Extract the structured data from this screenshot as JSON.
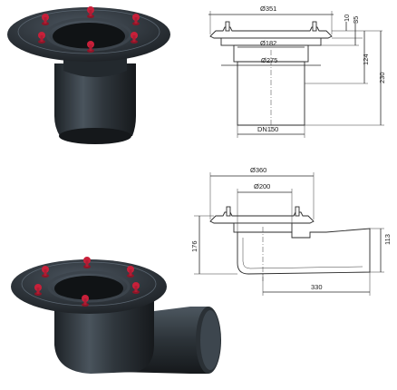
{
  "top_drawing": {
    "dims": {
      "flange_diameter": "Ø351",
      "inner_diameter": "Ø182",
      "ring_diameter": "Ø275",
      "pipe_label": "DN150",
      "height_10": "10",
      "height_35": "35",
      "height_124": "124",
      "height_230": "230"
    }
  },
  "bottom_drawing": {
    "dims": {
      "flange_diameter": "Ø360",
      "inner_diameter": "Ø200",
      "height_176": "176",
      "outlet_height": "113",
      "outlet_length": "330"
    }
  },
  "colors": {
    "body": "#2b3136",
    "body_light": "#47505a",
    "bolt": "#c8203a",
    "line": "#2a2a2a"
  }
}
